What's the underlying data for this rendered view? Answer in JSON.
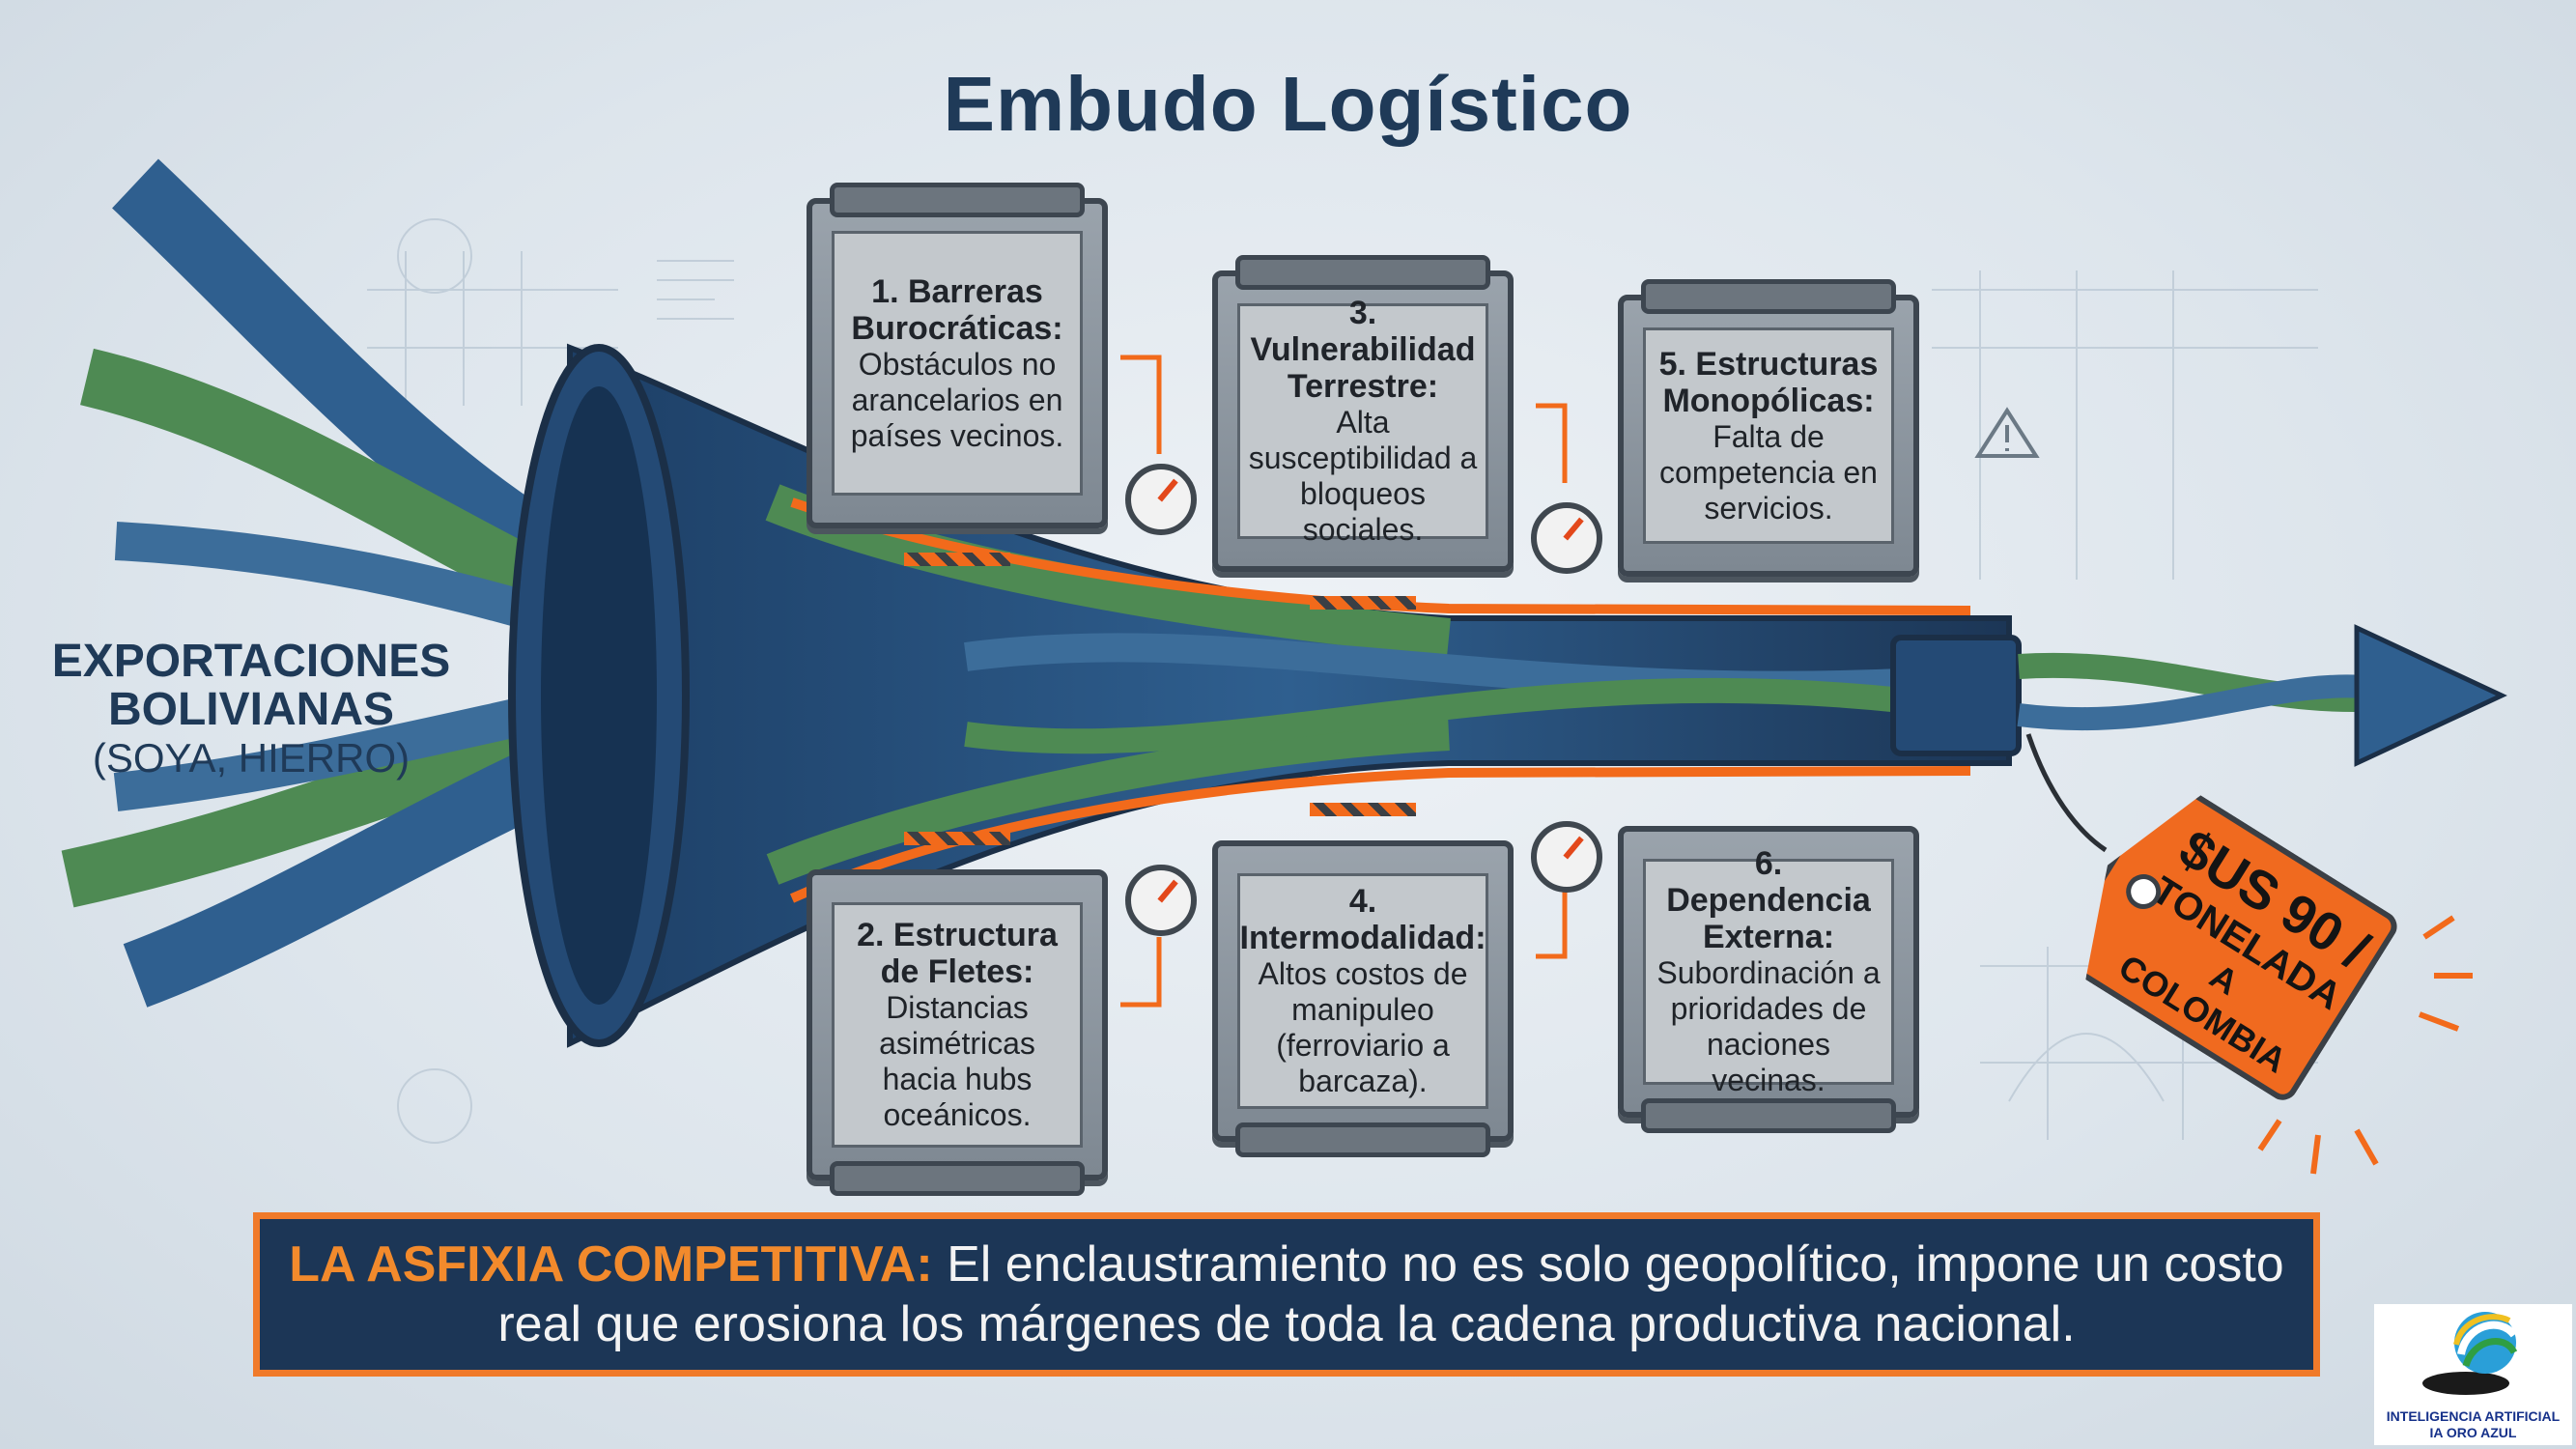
{
  "title": "Embudo Logístico",
  "exports": {
    "line1": "EXPORTACIONES",
    "line2": "BOLIVIANAS",
    "line3": "(SOYA, HIERRO)"
  },
  "barriers": [
    {
      "head": "1. Barreras Burocráticas:",
      "body": "Obstáculos no arancelarios en países vecinos."
    },
    {
      "head": "2. Estructura de Fletes:",
      "body": "Distancias asimétricas hacia hubs oceánicos."
    },
    {
      "head": "3. Vulnerabilidad Terrestre:",
      "body": "Alta susceptibilidad a bloqueos sociales."
    },
    {
      "head": "4. Intermodalidad:",
      "body": "Altos costos de manipuleo (ferroviario a barcaza)."
    },
    {
      "head": "5. Estructuras Monopólicas:",
      "body": "Falta de competencia en servicios."
    },
    {
      "head": "6. Dependencia Externa:",
      "body": "Subordinación a prioridades de naciones vecinas."
    }
  ],
  "price_tag": {
    "line1": "$US 90 /",
    "line2": "TONELADA",
    "line3": "A COLOMBIA"
  },
  "banner": {
    "lead": "LA ASFIXIA COMPETITIVA:",
    "text": "El enclaustramiento no es solo geopolítico, impone un costo real que erosiona los márgenes de toda la cadena productiva nacional."
  },
  "logo": {
    "line1": "INTELIGENCIA ARTIFICIAL",
    "line2": "IA ORO AZUL"
  },
  "colors": {
    "navy": "#1f3a58",
    "blue_flow": "#2f5f8f",
    "green_flow": "#4e8a53",
    "orange": "#f06a1f",
    "panel_grey": "#c3c8cc"
  }
}
